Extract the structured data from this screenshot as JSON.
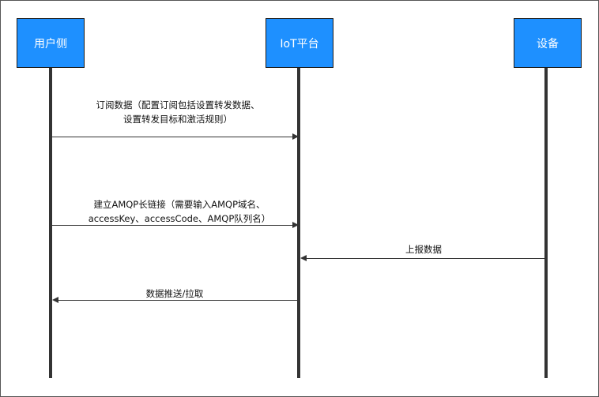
{
  "diagram": {
    "actors": [
      {
        "id": "user",
        "label": "用户侧"
      },
      {
        "id": "iot",
        "label": "IoT平台"
      },
      {
        "id": "device",
        "label": "设备"
      }
    ],
    "messages": [
      {
        "from": "user",
        "to": "iot",
        "lines": [
          "订阅数据（配置订阅包括设置转发数据、",
          "设置转发目标和激活规则）"
        ]
      },
      {
        "from": "user",
        "to": "iot",
        "lines": [
          "建立AMQP长链接（需要输入AMQP域名、",
          "accessKey、accessCode、AMQP队列名）"
        ]
      },
      {
        "from": "device",
        "to": "iot",
        "lines": [
          "上报数据"
        ]
      },
      {
        "from": "iot",
        "to": "user",
        "lines": [
          "数据推送/拉取"
        ]
      }
    ],
    "colors": {
      "actor_fill": "#1e90ff",
      "actor_text": "#ffffff",
      "lines": "#333333"
    }
  }
}
